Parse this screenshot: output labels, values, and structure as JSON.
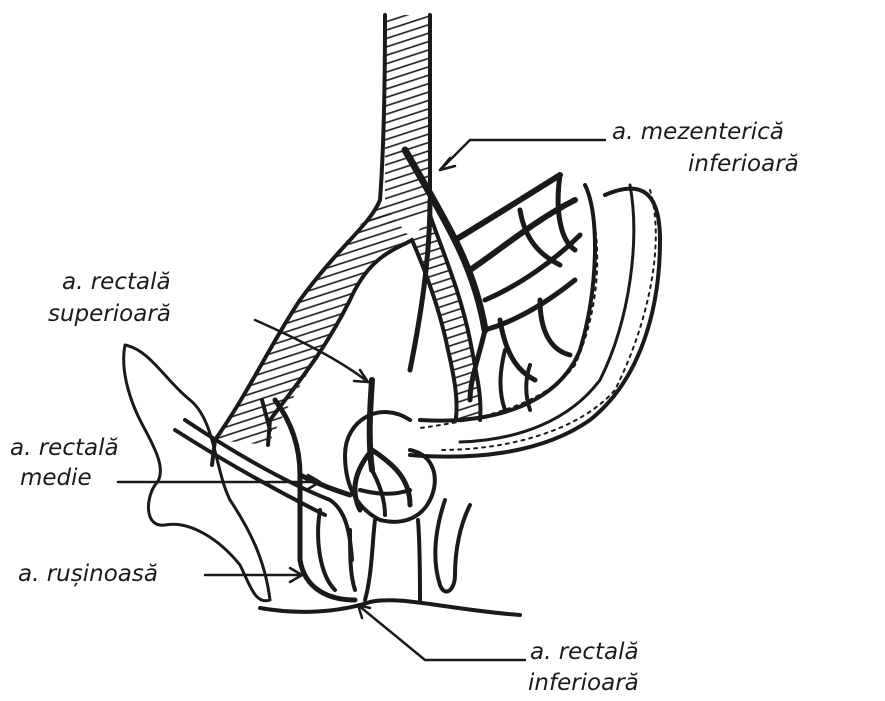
{
  "labels": {
    "mezenterica_line1": "a. mezenterică",
    "mezenterica_line2": "inferioară",
    "rectala_sup_line1": "a. rectală",
    "rectala_sup_line2": "superioară",
    "rectala_medie_line1": "a. rectală",
    "rectala_medie_line2": "medie",
    "rusinoasa": "a. rușinoasă",
    "rectala_inf_line1": "a. rectală",
    "rectala_inf_line2": "inferioară"
  },
  "colors": {
    "ink": "#1a1a1a",
    "paper": "#ffffff"
  }
}
